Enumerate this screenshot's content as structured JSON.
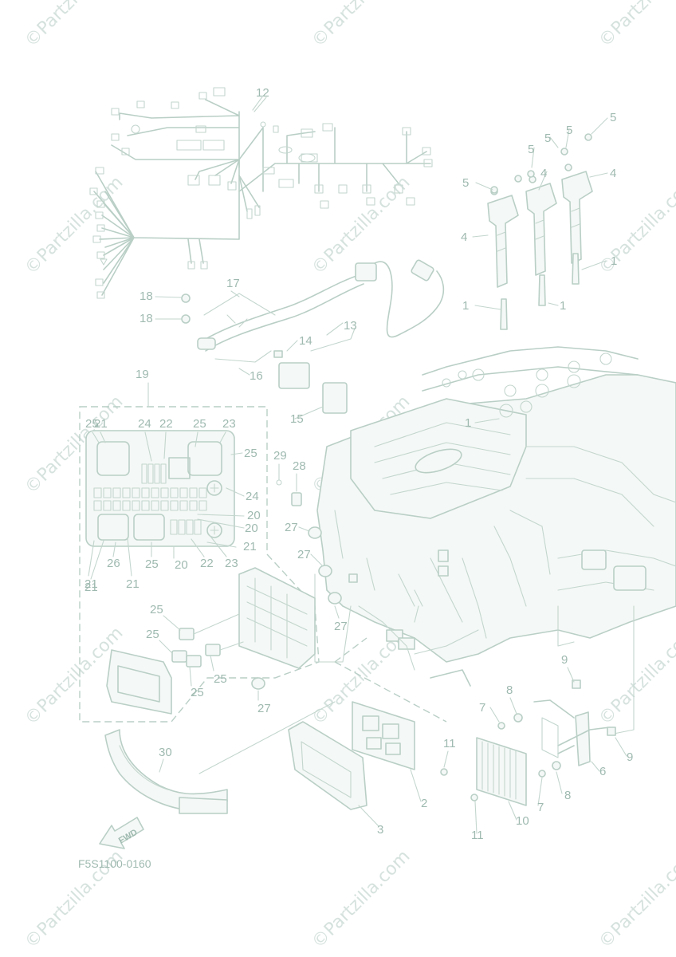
{
  "diagram_code": "F5S1100-0160",
  "direction_label": "FWD",
  "watermark_text": "©Partzilla.com",
  "colors": {
    "line": "#b9cfc6",
    "text": "#9fbab0"
  },
  "callouts": [
    "1",
    "1",
    "1",
    "1",
    "2",
    "3",
    "4",
    "4",
    "4",
    "5",
    "5",
    "5",
    "5",
    "5",
    "6",
    "7",
    "7",
    "8",
    "8",
    "9",
    "9",
    "10",
    "11",
    "11",
    "12",
    "13",
    "14",
    "15",
    "16",
    "17",
    "18",
    "18",
    "19",
    "20",
    "20",
    "20",
    "21",
    "21",
    "21",
    "21",
    "21",
    "22",
    "22",
    "23",
    "23",
    "24",
    "24",
    "25",
    "25",
    "25",
    "25",
    "25",
    "25",
    "25",
    "25",
    "26",
    "27",
    "27",
    "27",
    "27",
    "28",
    "29",
    "30"
  ]
}
